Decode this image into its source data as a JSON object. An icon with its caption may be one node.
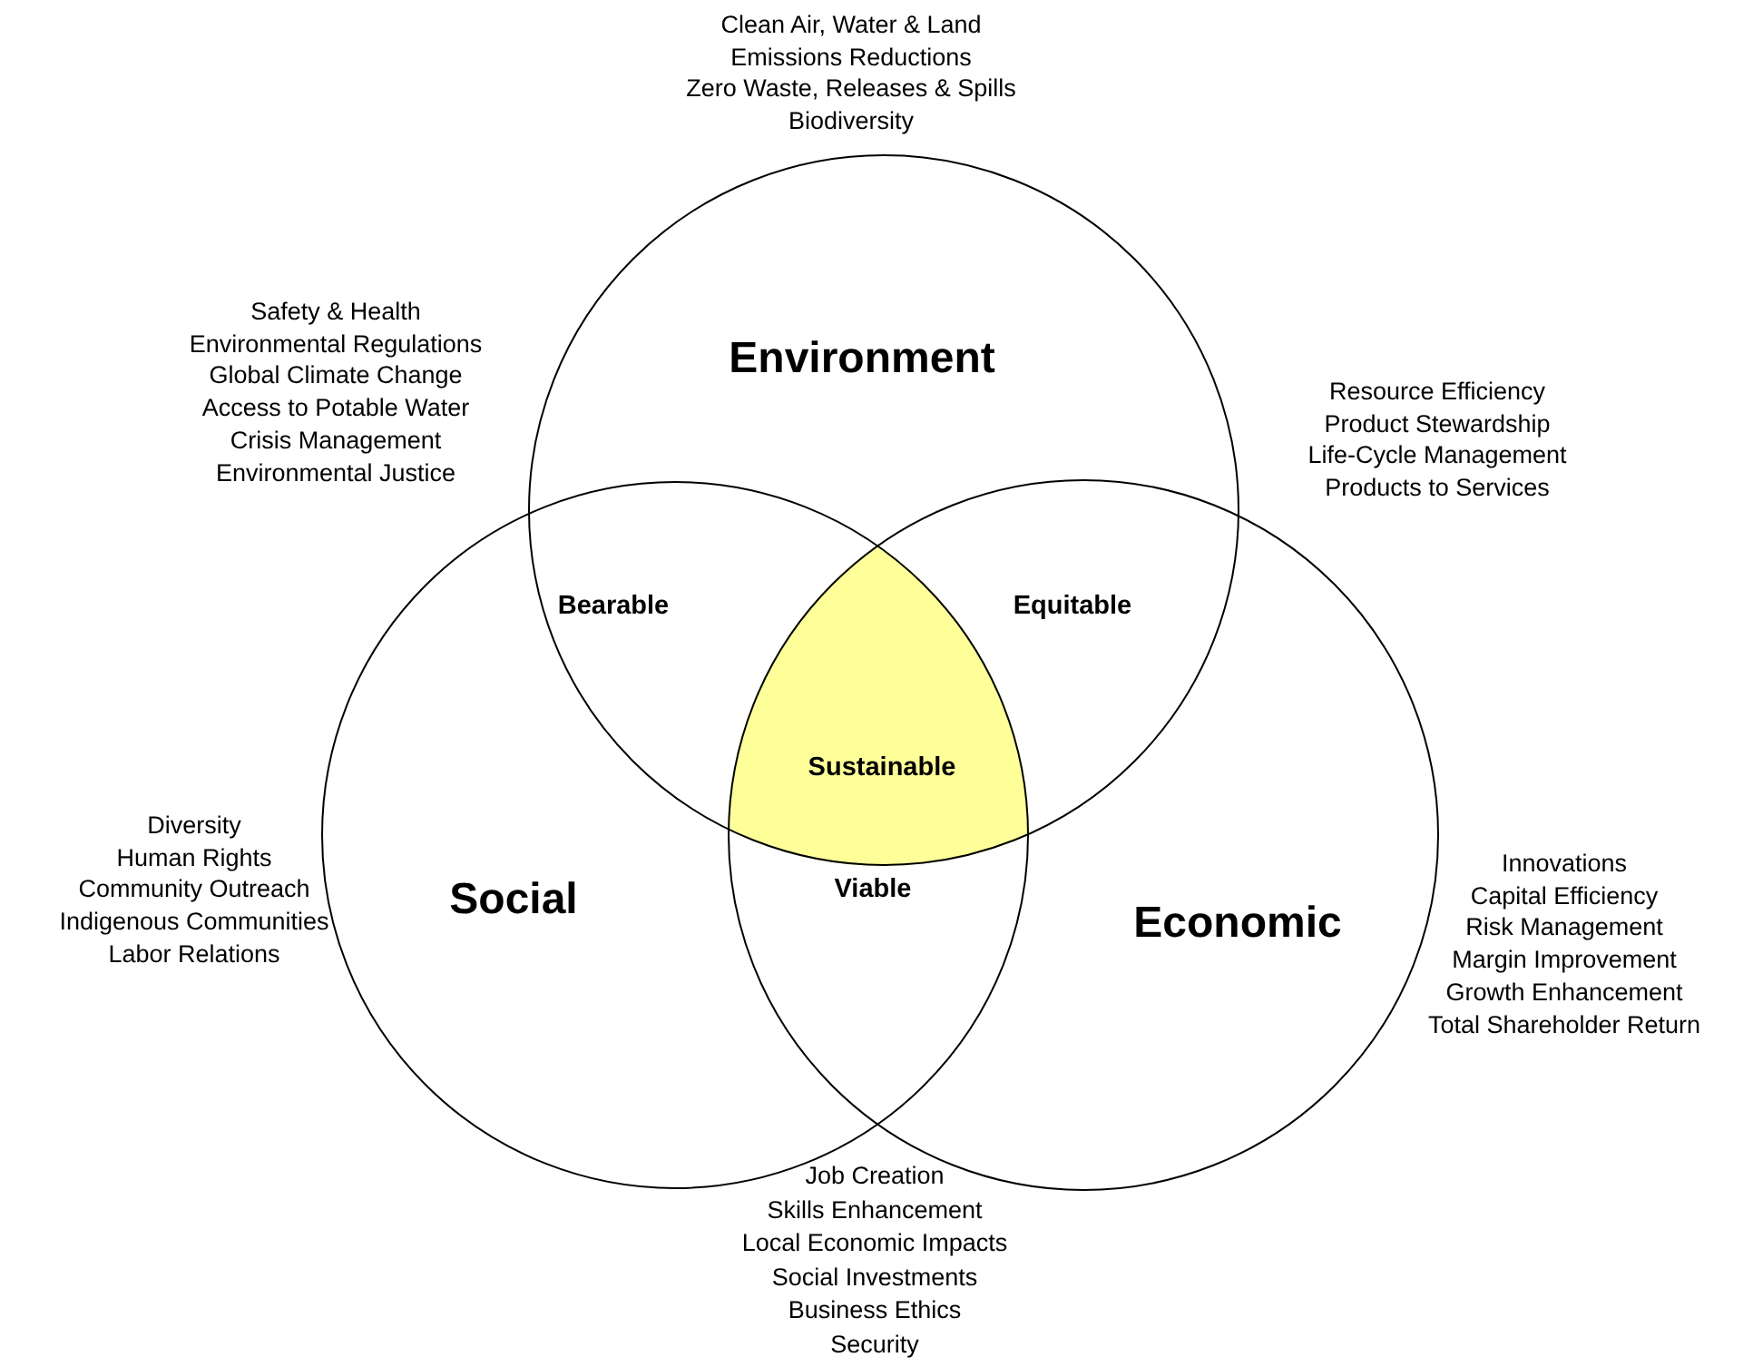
{
  "diagram": {
    "nodes": [
      {
        "text": [
          "Environment"
        ]
      },
      {
        "text": [
          "Social"
        ]
      },
      {
        "text": [
          "Economic"
        ]
      },
      {
        "text": [
          "Bearable"
        ]
      },
      {
        "text": [
          "Equitable"
        ]
      },
      {
        "text": [
          "Viable"
        ]
      },
      {
        "text": [
          "Sustainable"
        ]
      }
    ],
    "labels": [
      "Clean Air, Water & Land",
      "Emissions Reductions",
      "Zero Waste, Releases & Spills",
      "Biodiversity",
      "Safety & Health",
      "Environmental Regulations",
      "Global Climate Change",
      "Access to Potable Water",
      "Crisis Management",
      "Environmental Justice",
      "Resource Efficiency",
      "Product Stewardship",
      "Life-Cycle Management",
      "Products to Services",
      "Diversity",
      "Human Rights",
      "Community Outreach",
      "Indigenous Communities",
      "Labor Relations",
      "Innovations",
      "Capital Efficiency",
      "Risk Management",
      "Margin Improvement",
      "Growth Enhancement",
      "Total Shareholder Return",
      "Job Creation",
      "Skills Enhancement",
      "Local Economic Impacts",
      "Social Investments",
      "Business Ethics",
      "Security"
    ]
  }
}
